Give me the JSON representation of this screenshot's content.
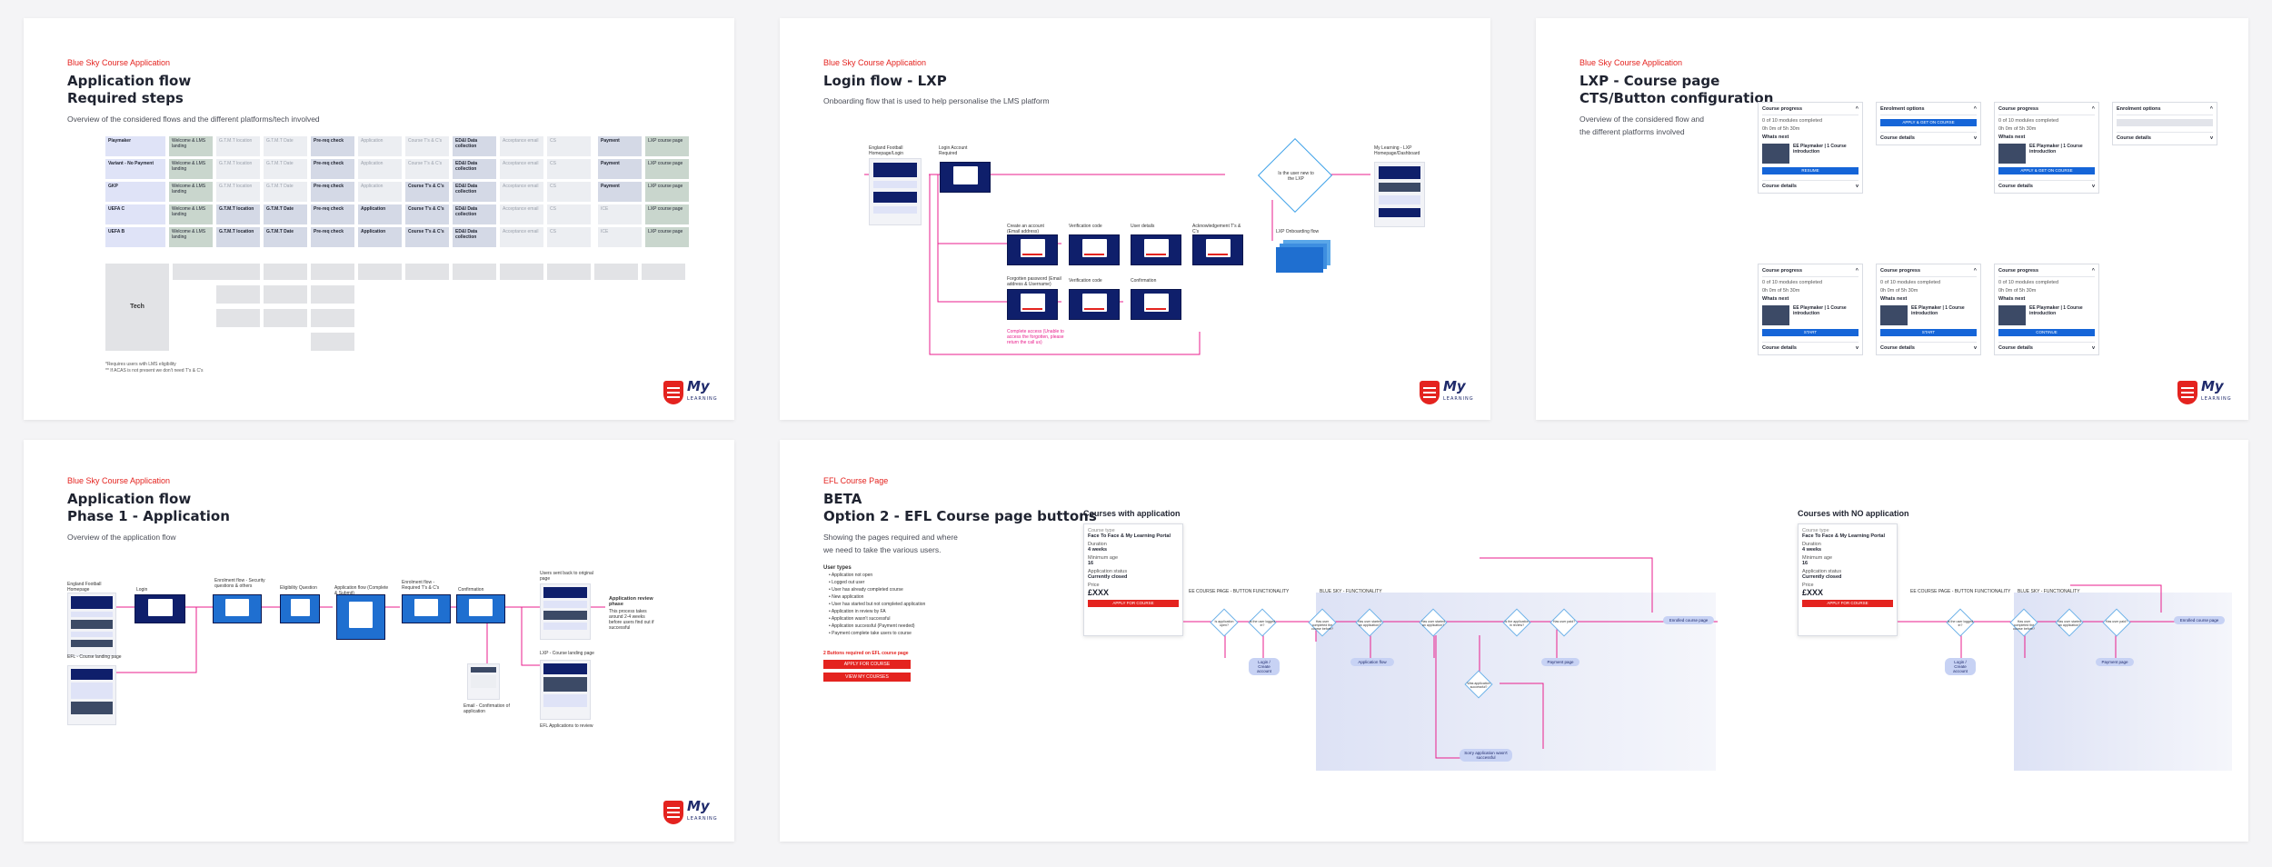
{
  "boards": {
    "b1": {
      "eyebrow": "Blue Sky Course Application",
      "title_l1": "Application flow",
      "title_l2": "Required steps",
      "desc": "Overview of the considered flows and the different platforms/tech involved",
      "rows": [
        {
          "label": "Playmaker",
          "c1": "Welcome & LMS landing",
          "c2": "Payment",
          "c3": "LXP course page"
        },
        {
          "label": "Variant - No Payment",
          "c1": "Welcome & LMS landing",
          "c2": "Payment",
          "c3": "LXP course page"
        },
        {
          "label": "GKP",
          "c1": "Welcome & LMS landing",
          "c2": "Payment",
          "c3": "LXP course page"
        },
        {
          "label": "UEFA C",
          "c1": "Welcome & LMS landing",
          "c2": "ICE",
          "c3": "LXP course page"
        },
        {
          "label": "UEFA B",
          "c1": "Welcome & LMS landing",
          "c2": "ICE",
          "c3": "LXP course page"
        }
      ],
      "cols": [
        "G.T.M.T location",
        "G.T.M.T Date",
        "Pre-req check",
        "Application",
        "Course T's & C's",
        "ED&I Data collection",
        "Acceptance email",
        "CS"
      ],
      "tech_label": "Tech",
      "footnote1": "*Requires users with LMS eligibility",
      "footnote2": "** If ACAS is not present we don't need T's & C's"
    },
    "b2": {
      "eyebrow": "Blue Sky Course Application",
      "title": "Login flow - LXP",
      "desc": "Onboarding flow that is used to help personalise the LMS platform",
      "labels": {
        "start": "England Football Homepage/Login",
        "login": "Login Account Required",
        "create": "Create an account (Email address)",
        "verify": "Verification code",
        "details": "User details",
        "ts": "Acknowledgement T's & C's",
        "forgot": "Forgotten password (Email address & Username)",
        "verify2": "Verification code",
        "confirm": "Confirmation",
        "complete": "Complete access (Unable to access the forgotten, please return the call us)",
        "decision": "Is the user new to the LXP",
        "onboard": "LXP Onboarding flow",
        "dashboard": "My Learning - LXP Homepage/Dashboard"
      }
    },
    "b3": {
      "eyebrow": "Blue Sky Course Application",
      "title_l1": "LXP - Course page",
      "title_l2": "CTS/Button configuration",
      "desc": "Overview of the considered flow and the different platforms involved",
      "course_progress": "Course progress",
      "enrolment": "Enrolment options",
      "course_details": "Course details",
      "whats_next": "Whats next",
      "course_name": "EE Playmaker | 1 Course introduction",
      "progress_text": "0 of 10 modules completed",
      "hours": "0h 0m of 5h 30m",
      "btn_resume": "RESUME",
      "btn_start": "START",
      "btn_continue": "CONTINUE",
      "btn_apply": "APPLY & GET ON COURSE"
    },
    "b4": {
      "eyebrow": "Blue Sky Course Application",
      "title_l1": "Application flow",
      "title_l2": "Phase 1 - Application",
      "desc": "Overview of the application flow",
      "labels": {
        "start": "England Football Homepage",
        "login": "Login",
        "enrol": "Enrolment flow - Security questions & others",
        "eligibility": "Eligibility Question",
        "appflow": "Application flow (Complete & Submit)",
        "ts": "Enrolment flow - Required T's & C's",
        "confirm": "Confirmation",
        "redirect": "Users sent back to original page",
        "review": "Application review phase",
        "review_desc": "This process takes around 2-4 weeks before users find out if successful",
        "efl": "EFL - Course landing page",
        "email": "Email - Confirmation of application",
        "lxp": "LXP - Course landing page",
        "efl_app": "EFL Applications to review"
      }
    },
    "b5": {
      "eyebrow": "EFL Course Page",
      "title_l1": "BETA",
      "title_l2": "Option 2 - EFL Course page buttons",
      "desc_l1": "Showing the pages required and where",
      "desc_l2": "we need to take the various users.",
      "user_types_title": "User types",
      "user_types": [
        "Application not open",
        "Logged out user",
        "User has already completed course",
        "New application",
        "User has started but not completed application",
        "Application in review by FA",
        "Application wasn't successful",
        "Application successful (Payment needed)",
        "Payment complete take users to course"
      ],
      "buttons_title": "2 Buttons required on EFL course page",
      "btn1": "APPLY FOR COURSE",
      "btn2": "VIEW MY COURSES",
      "with_app": "Courses with application",
      "no_app": "Courses with NO application",
      "card_label": "Course type",
      "card_name": "Face To Face & My Learning Portal",
      "card_duration_label": "Duration",
      "card_duration": "4 weeks",
      "card_age_label": "Minimum age",
      "card_age": "16",
      "card_status_label": "Application status",
      "card_status": "Currently closed",
      "card_price_label": "Price",
      "card_price": "£XXX",
      "card_btn": "APPLY FOR COURSE",
      "section_efl": "EE COURSE PAGE - BUTTON FUNCTIONALITY",
      "section_lxp": "BLUE SKY - FUNCTIONALITY",
      "nodes": {
        "logged_in": "Is the user logged in?",
        "app_open": "Is application open?",
        "completed": "Has user completed the course before?",
        "app_started": "Has user started an application?",
        "app_review": "Is the application in review?",
        "success": "Was application successful?",
        "paid": "Has user paid?",
        "lxp_login": "Login / Create account",
        "app_flow": "Application flow",
        "payment": "Payment page",
        "course_page": "Enrolled course page",
        "unsuccess": "Sorry application wasn't successful"
      }
    }
  },
  "logo": {
    "text": "My",
    "sub": "LEARNING"
  }
}
